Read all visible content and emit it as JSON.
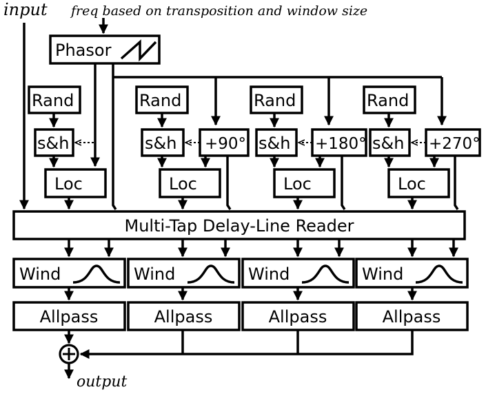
{
  "labels": {
    "input": "input",
    "freq": "freq based on transposition and window size",
    "phasor": "Phasor",
    "rand": "Rand",
    "sh": "s&h",
    "loc": "Loc",
    "phase_90": "+90°",
    "phase_180": "+180°",
    "phase_270": "+270°",
    "reader": "Multi-Tap Delay-Line Reader",
    "wind": "Wind",
    "allpass": "Allpass",
    "output": "output"
  }
}
